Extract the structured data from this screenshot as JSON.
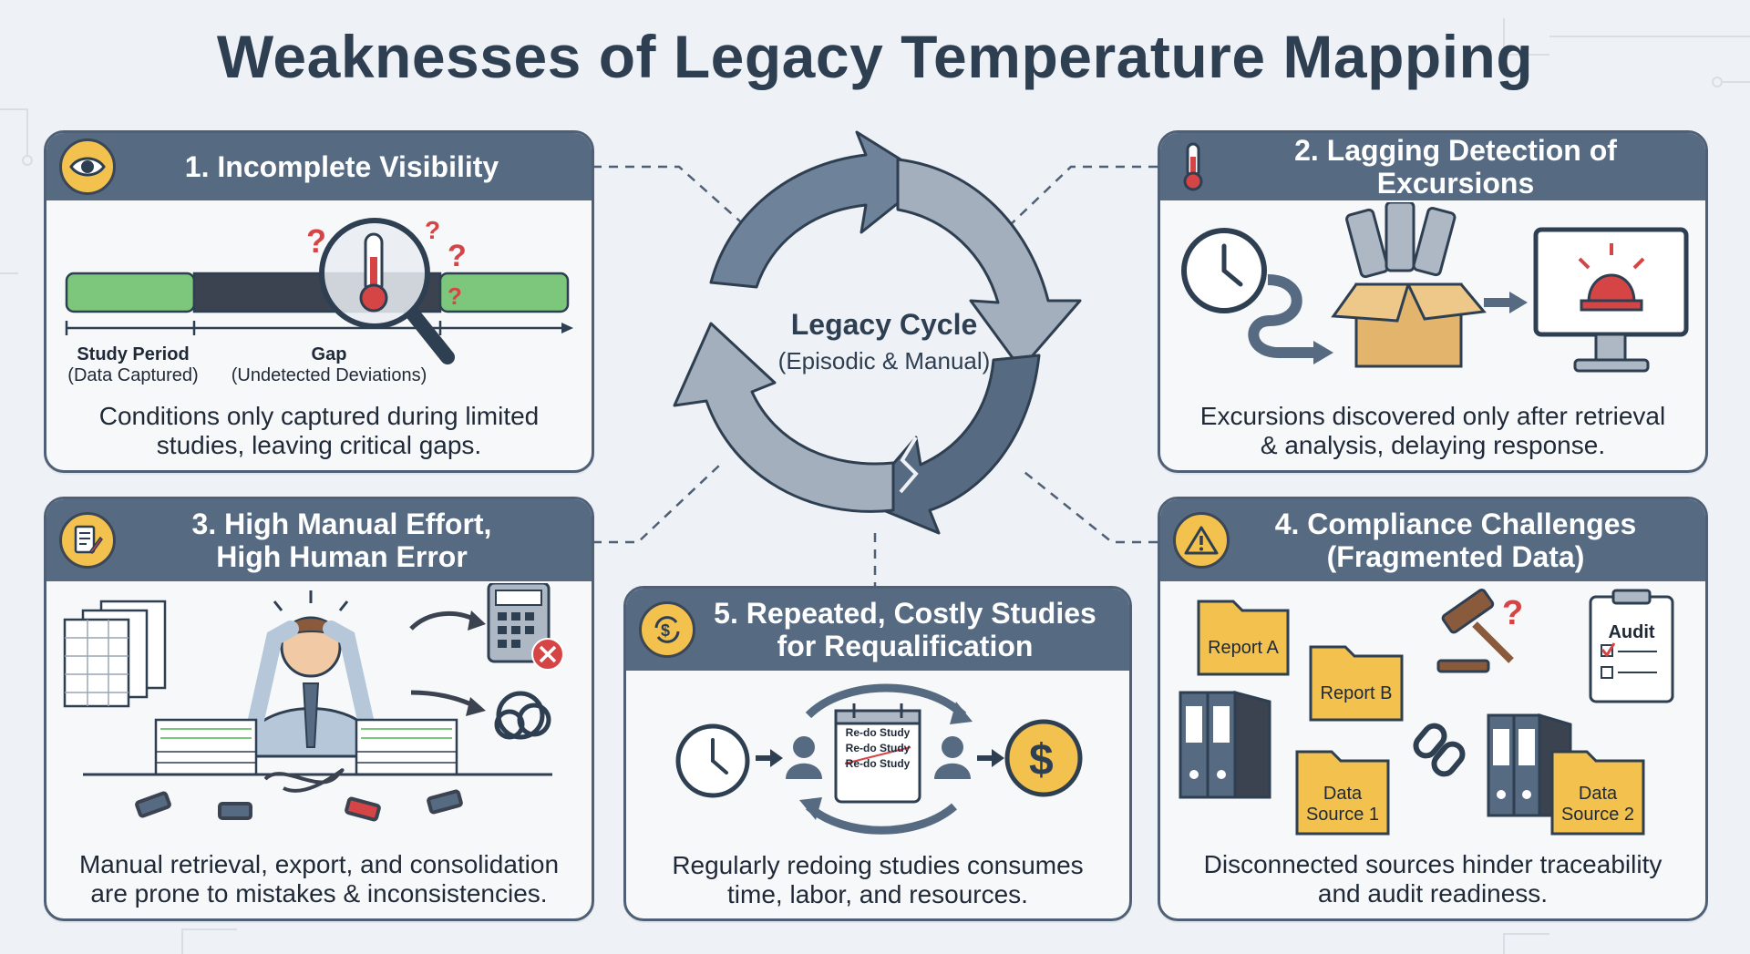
{
  "title": "Weaknesses of Legacy Temperature Mapping",
  "cycle": {
    "label": "Legacy Cycle",
    "sublabel": "(Episodic & Manual)"
  },
  "panels": {
    "visibility": {
      "heading": "1. Incomplete Visibility",
      "study_label": "Study Period",
      "study_sub": "(Data Captured)",
      "gap_label": "Gap",
      "gap_sub": "(Undetected Deviations)",
      "caption_1": "Conditions only captured during limited",
      "caption_2": "studies, leaving critical gaps."
    },
    "detection": {
      "heading": "2. Lagging Detection of Excursions",
      "caption_1": "Excursions discovered only after retrieval",
      "caption_2": "& analysis, delaying response."
    },
    "manual": {
      "heading_1": "3. High Manual Effort,",
      "heading_2": "High Human Error",
      "caption_1": "Manual retrieval, export, and consolidation",
      "caption_2": "are prone to mistakes & inconsistencies."
    },
    "compliance": {
      "heading_1": "4. Compliance Challenges",
      "heading_2": "(Fragmented Data)",
      "folder_a": "Report A",
      "folder_b": "Report B",
      "source_1_a": "Data",
      "source_1_b": "Source 1",
      "source_2_a": "Data",
      "source_2_b": "Source 2",
      "audit": "Audit",
      "caption_1": "Disconnected sources hinder traceability",
      "caption_2": "and audit readiness."
    },
    "requal": {
      "heading_1": "5. Repeated, Costly Studies",
      "heading_2": "for Requalification",
      "redo_1": "Re-do Study",
      "redo_2": "Re-do Study",
      "redo_3": "Re-do Study",
      "caption_1": "Regularly redoing studies consumes",
      "caption_2": "time, labor, and resources."
    }
  },
  "colors": {
    "header": "#566a82",
    "border": "#4f6076",
    "accent_yellow": "#f2c14e",
    "alert_red": "#d64545",
    "study_green": "#7cc77b"
  }
}
